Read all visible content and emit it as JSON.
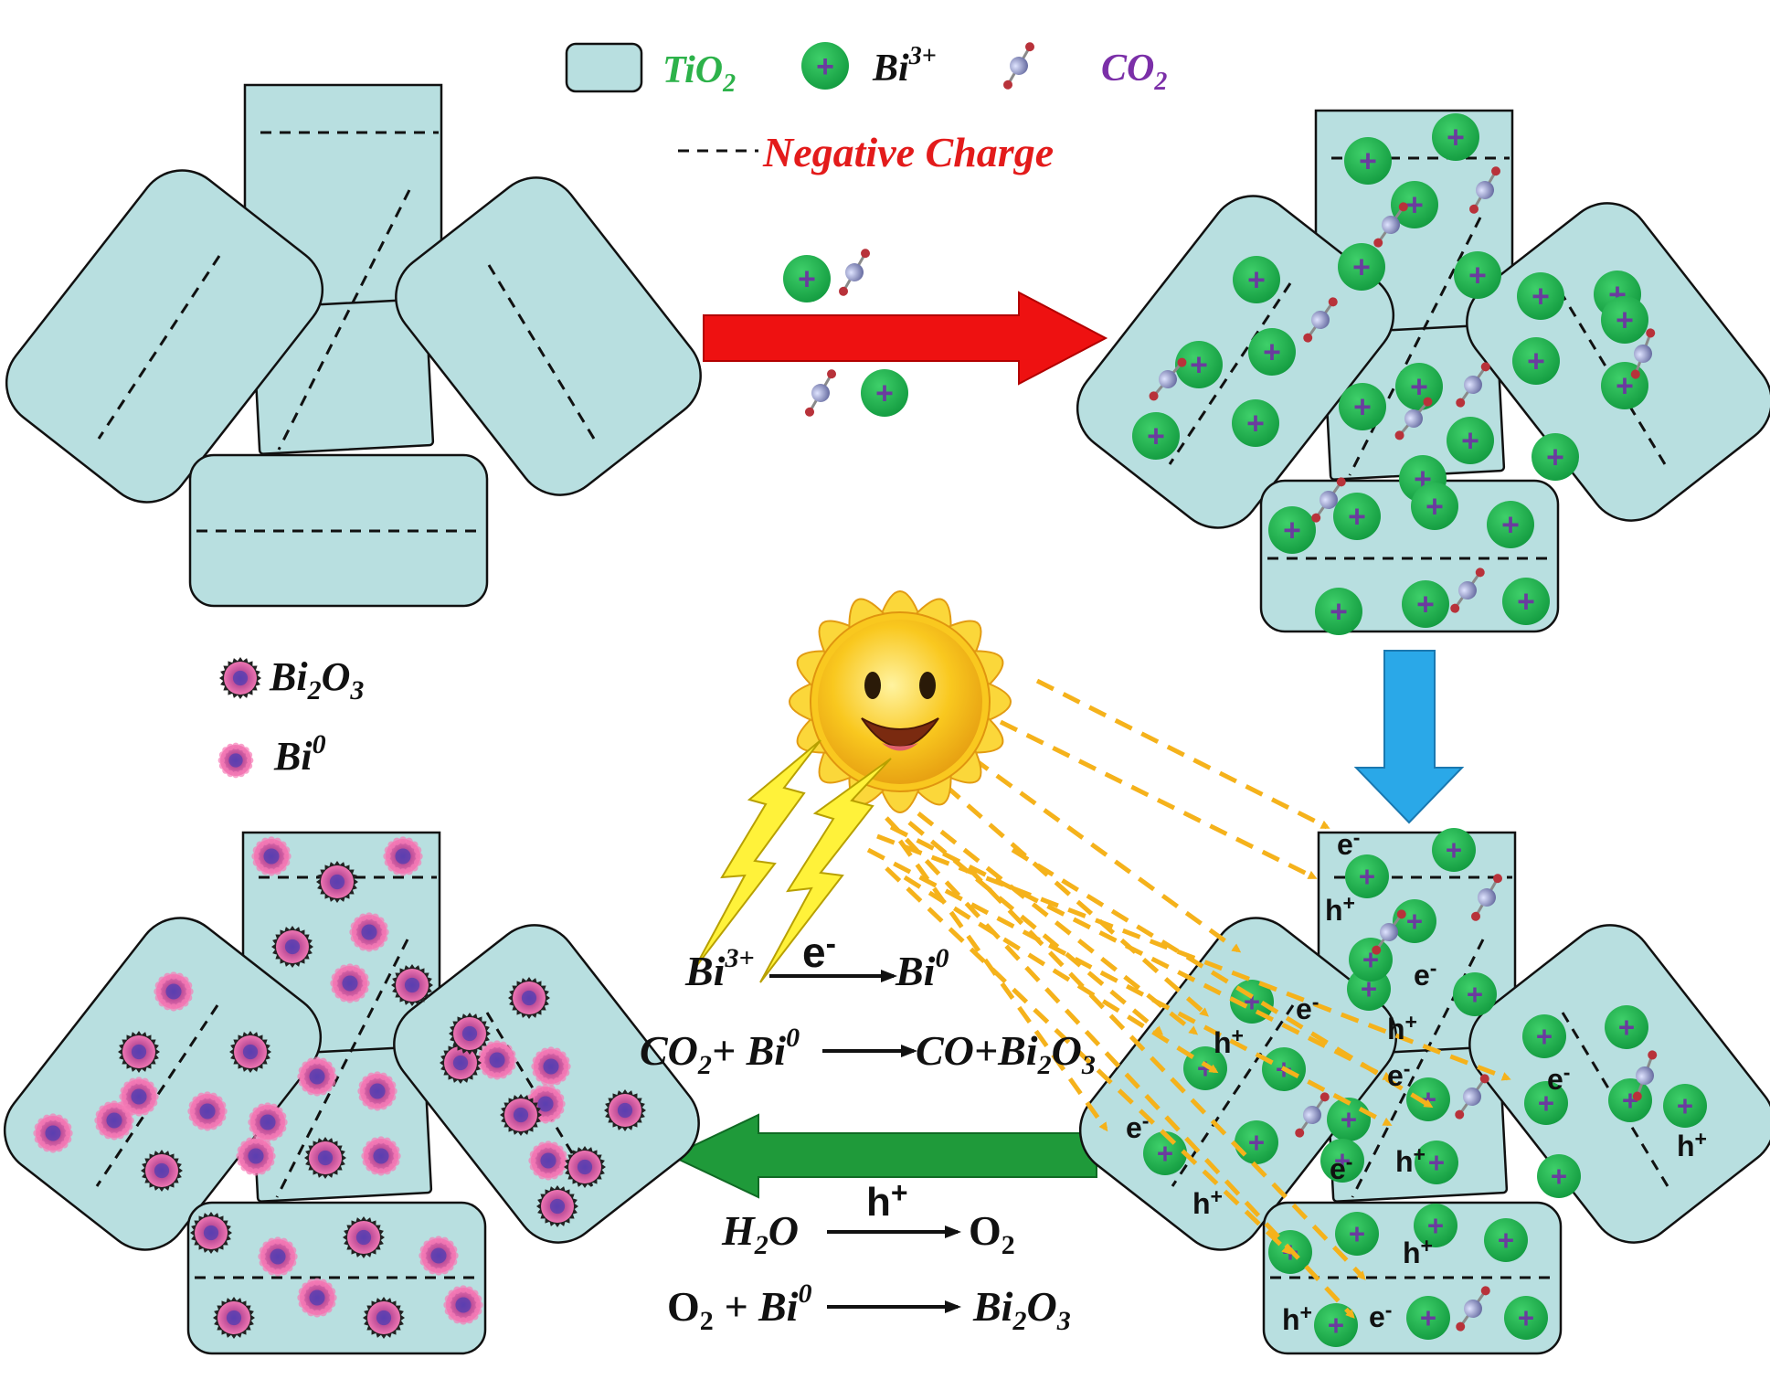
{
  "legend": {
    "tio2": "TiO",
    "tio2_sub": "2",
    "bi3": "Bi",
    "bi3_sup": "3+",
    "co2": "CO",
    "co2_sub": "2",
    "negative_charge": "Negative Charge",
    "bi2o3_a": "Bi",
    "bi2o3_b": "2",
    "bi2o3_c": "O",
    "bi2o3_d": "3",
    "bi0": "Bi",
    "bi0_sup": "0"
  },
  "equations": {
    "eq1_left": "Bi",
    "eq1_left_sup": "3+",
    "eq1_over": "e",
    "eq1_over_sup": "-",
    "eq1_right": "Bi",
    "eq1_right_sup": "0",
    "eq2_left": "CO",
    "eq2_left_sub": "2",
    "eq2_plus": "+ Bi",
    "eq2_plus_sup": "0",
    "eq2_right": "CO+Bi",
    "eq2_right_sub1": "2",
    "eq2_right_o": "O",
    "eq2_right_sub2": "3",
    "eq3_left": "H",
    "eq3_left_sub": "2",
    "eq3_left_o": "O",
    "eq3_over": "h",
    "eq3_over_sup": "+",
    "eq3_right": "O",
    "eq3_right_sub": "2",
    "eq4_left": "O",
    "eq4_left_sub": "2",
    "eq4_plus": " + Bi",
    "eq4_plus_sup": "0",
    "eq4_right": "Bi",
    "eq4_right_sub1": "2",
    "eq4_right_o": "O",
    "eq4_right_sub2": "3"
  },
  "charges": {
    "electron": "e",
    "electron_sup": "-",
    "hole": "h",
    "hole_sup": "+"
  },
  "colors": {
    "tio2_fill": "#b8dfe0",
    "bi3_green": "#1aa64a",
    "plus_purple": "#6a3c9e",
    "co2_label": "#7b2fa8",
    "tio2_label": "#2db24a",
    "negative_label": "#e31b1b",
    "arrow_red": "#ee1111",
    "arrow_blue": "#2aa8e8",
    "arrow_green": "#1f9a3a",
    "light_beam": "#f5b21b",
    "sun": "#f7c21c"
  }
}
